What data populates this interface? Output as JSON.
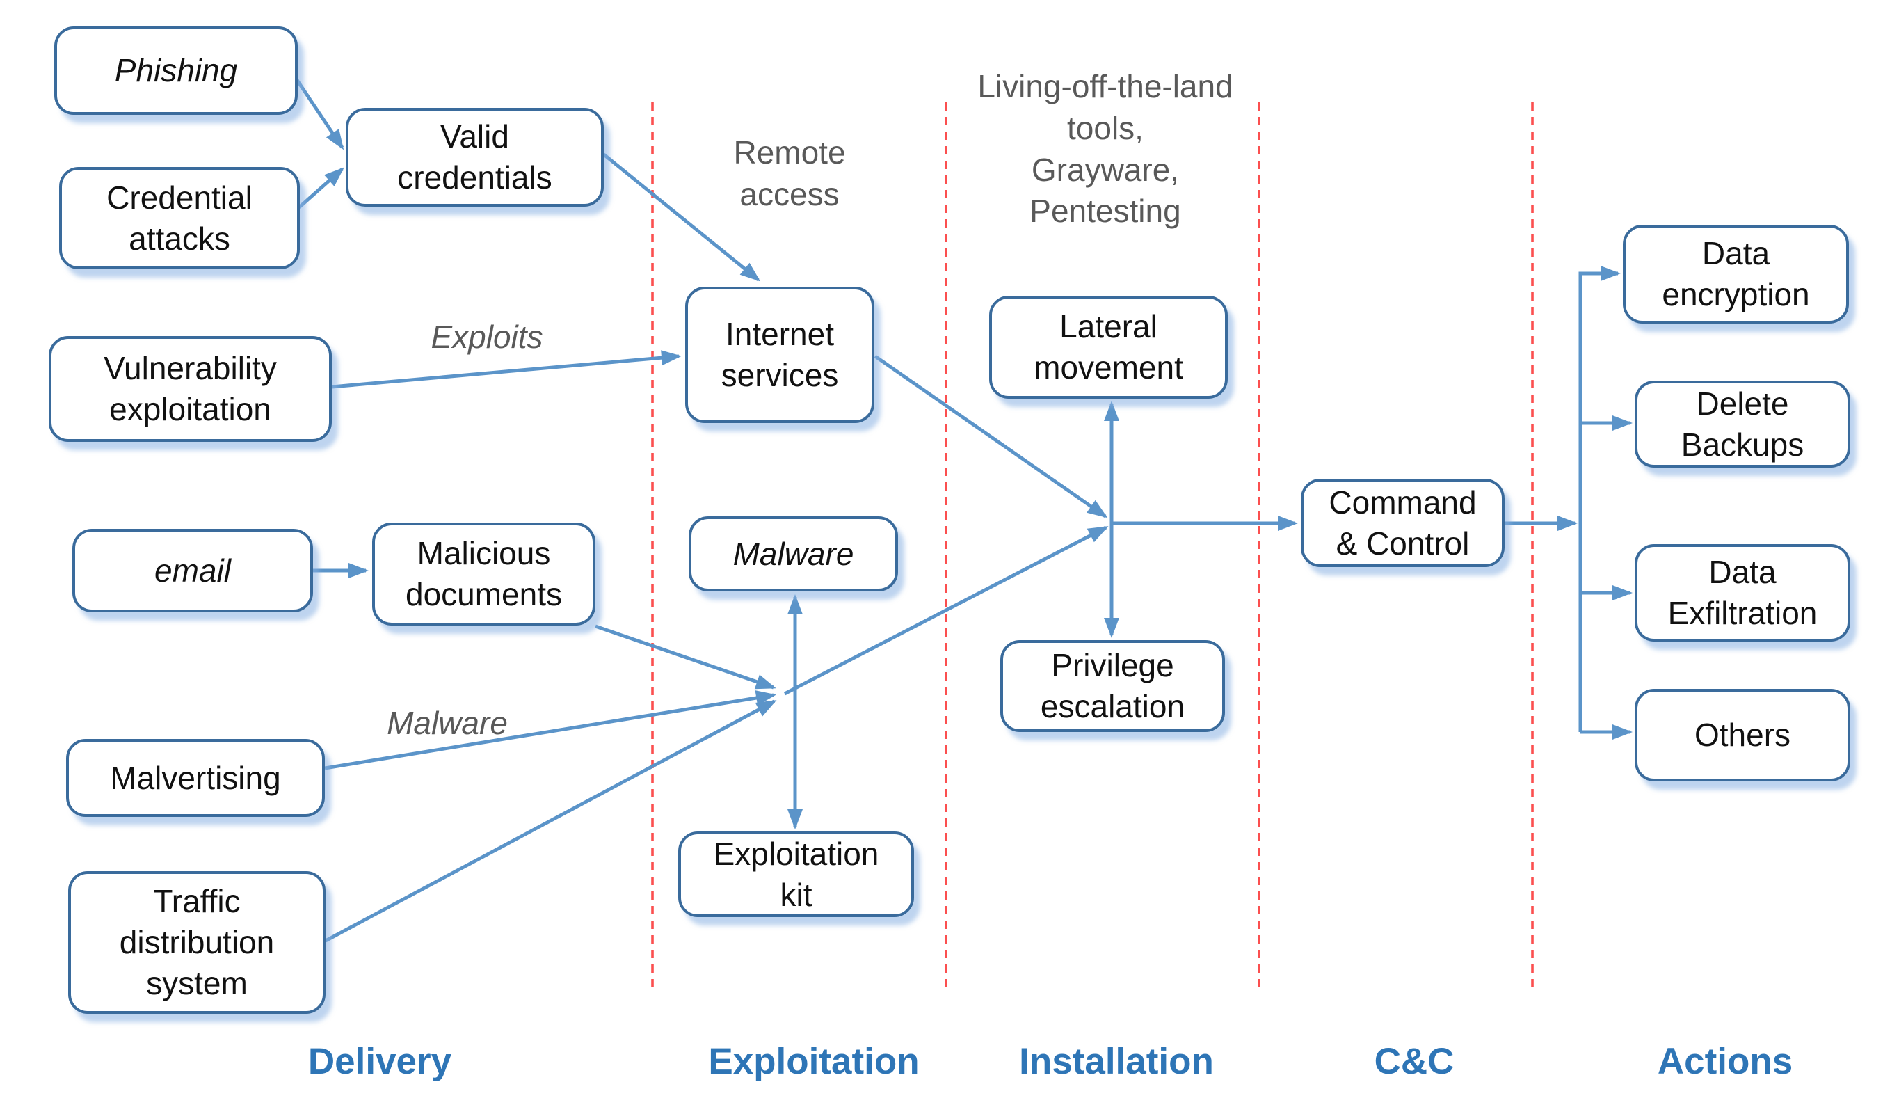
{
  "nodes": {
    "phishing": {
      "label": "Phishing"
    },
    "credential_attacks": {
      "label": "Credential\nattacks"
    },
    "valid_credentials": {
      "label": "Valid\ncredentials"
    },
    "vulnerability_exploitation": {
      "label": "Vulnerability\nexploitation"
    },
    "email": {
      "label": "email"
    },
    "malicious_documents": {
      "label": "Malicious\ndocuments"
    },
    "malvertising": {
      "label": "Malvertising"
    },
    "traffic_distribution_system": {
      "label": "Traffic\ndistribution\nsystem"
    },
    "internet_services": {
      "label": "Internet\nservices"
    },
    "malware_box": {
      "label": "Malware"
    },
    "exploitation_kit": {
      "label": "Exploitation\nkit"
    },
    "lateral_movement": {
      "label": "Lateral\nmovement"
    },
    "privilege_escalation": {
      "label": "Privilege\nescalation"
    },
    "command_and_control": {
      "label": "Command\n& Control"
    },
    "data_encryption": {
      "label": "Data\nencryption"
    },
    "delete_backups": {
      "label": "Delete\nBackups"
    },
    "data_exfiltration": {
      "label": "Data\nExfiltration"
    },
    "others": {
      "label": "Others"
    }
  },
  "annotations": {
    "remote_access": "Remote\naccess",
    "living_off_the_land": "Living-off-the-land\ntools,\nGrayware,\nPentesting",
    "exploits": "Exploits",
    "malware": "Malware"
  },
  "phases": [
    {
      "label": "Delivery"
    },
    {
      "label": "Exploitation"
    },
    {
      "label": "Installation"
    },
    {
      "label": "C&C"
    },
    {
      "label": "Actions"
    }
  ],
  "colors": {
    "box_border": "#3a6b9c",
    "arrow": "#5b94c9",
    "phase_divider": "#fb4f4f",
    "phase_label": "#2e75b6",
    "annotation_gray": "#595959",
    "box_text": "#111111",
    "background": "#ffffff"
  }
}
